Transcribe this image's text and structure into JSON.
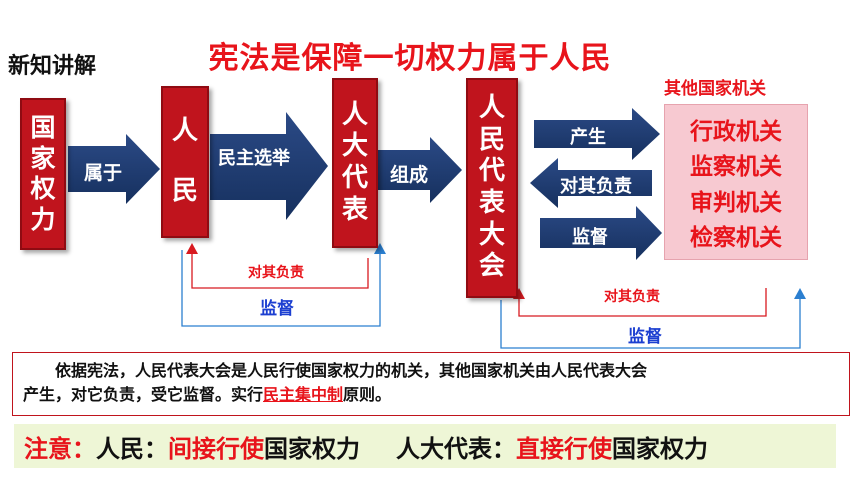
{
  "section_label": "新知讲解",
  "title": "宪法是保障一切权力属于人民",
  "boxes": {
    "state_power": [
      "国",
      "家",
      "权",
      "力"
    ],
    "people": [
      "人",
      "民"
    ],
    "deputies": [
      "人",
      "大",
      "代",
      "表"
    ],
    "congress": [
      "人",
      "民",
      "代",
      "表",
      "大",
      "会"
    ]
  },
  "arrows": {
    "belongs_to": "属于",
    "democratic_election": "民主选举",
    "form": "组成",
    "produce": "产生",
    "responsible_back": "对其负责",
    "supervise": "监督"
  },
  "feedback": {
    "deputies_responsible": "对其负责",
    "deputies_supervised": "监督",
    "organs_responsible": "对其负责",
    "organs_supervised": "监督"
  },
  "other_organs": {
    "title": "其他国家机关",
    "items": [
      "行政机关",
      "监察机关",
      "审判机关",
      "检察机关"
    ]
  },
  "info": {
    "line1": "依据宪法，人民代表大会是人民行使国家权力的机关，其他国家机关由人民代表大会",
    "line2_pre": "产生，对它负责，受它监督。实行",
    "line2_highlight": "民主集中制",
    "line2_post": "原则。"
  },
  "note": {
    "prefix": "注意：",
    "people_label": "人民：",
    "people_way": "间接行使",
    "people_power": "国家权力",
    "deputies_label": "人大代表：",
    "deputies_way": "直接行使",
    "deputies_power": "国家权力"
  },
  "colors": {
    "box_red": "#c0141d",
    "arrow_navy": "#1f3a70",
    "title_red": "#e8141b",
    "blue_line": "#2b7fd0",
    "pink_panel": "#f7c9d1",
    "note_bg": "#eef6d6"
  }
}
